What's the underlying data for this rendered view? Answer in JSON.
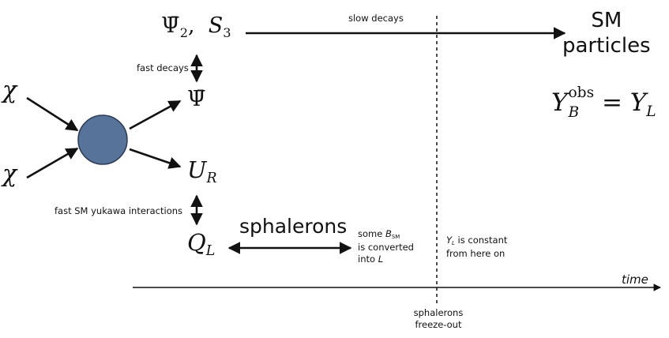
{
  "particles": {
    "chi_top": "χ",
    "chi_bottom": "χ",
    "psibar2_main": "Ψ̄",
    "psibar2_sub": "2",
    "s3_main": "S",
    "s3_sub": "3",
    "psibar": "Ψ̄",
    "ur_main": "U",
    "ur_sub": "R",
    "ql_main": "Q",
    "ql_sub": "L"
  },
  "labels": {
    "slow_decays": "slow decays",
    "fast_decays": "fast decays",
    "fast_sm_yukawa": "fast SM yukawa interactions",
    "sphalerons": "sphalerons",
    "sm_particles_line1": "SM",
    "sm_particles_line2": "particles",
    "some_bsm_prefix": "some ",
    "some_bsm_B": "B",
    "some_bsm_sub": "SM",
    "converted_line2": "is converted",
    "converted_line3_prefix": "into ",
    "converted_line3_L": "L",
    "yl_Y": "Y",
    "yl_sub": "L",
    "yl_rest": " is constant",
    "yl_line2": "from here on",
    "time": "time",
    "freeze_line1": "sphalerons",
    "freeze_line2": "freeze-out"
  },
  "equation": {
    "lhs": "Y",
    "lhs_sup": "obs",
    "lhs_sub": "B",
    "equals": " = ",
    "rhs": "Y",
    "rhs_sub": "L"
  },
  "colors": {
    "blob_fill": "#58739a",
    "blob_stroke": "#2b3a52",
    "ink": "#111111"
  }
}
